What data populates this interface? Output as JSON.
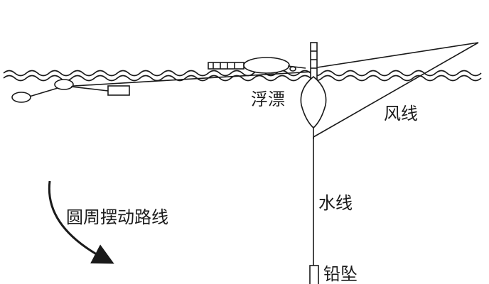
{
  "diagram": {
    "labels": {
      "float": "浮漂",
      "wind_line": "风线",
      "water_line": "水线",
      "sinker": "铅坠",
      "swing": "圆周摆动路线"
    },
    "colors": {
      "ink": "#1a1a1a",
      "background": "#ffffff"
    }
  }
}
